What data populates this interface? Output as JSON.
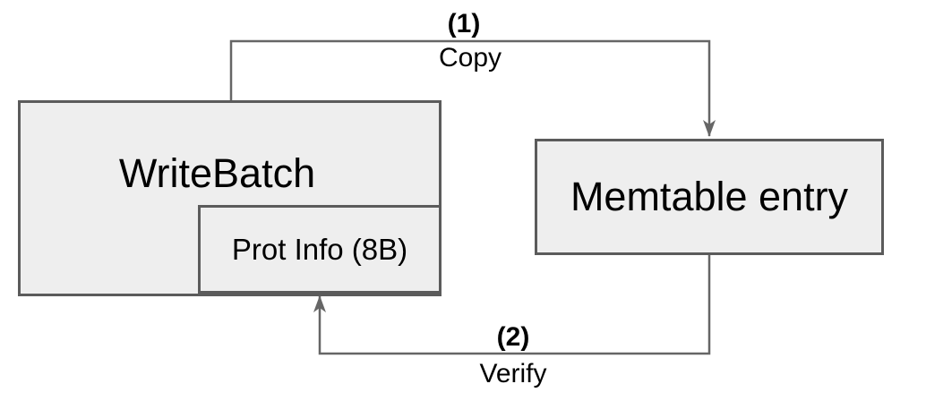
{
  "colors": {
    "background": "#ffffff",
    "node_fill": "#eeeeee",
    "node_border": "#5b5b5b",
    "arrow": "#666666",
    "text": "#000000"
  },
  "nodes": {
    "writebatch": {
      "label": "WriteBatch"
    },
    "prot_info": {
      "label": "Prot Info (8B)"
    },
    "memtable": {
      "label": "Memtable entry"
    }
  },
  "edges": {
    "copy": {
      "step": "(1)",
      "label": "Copy"
    },
    "verify": {
      "step": "(2)",
      "label": "Verify"
    }
  }
}
